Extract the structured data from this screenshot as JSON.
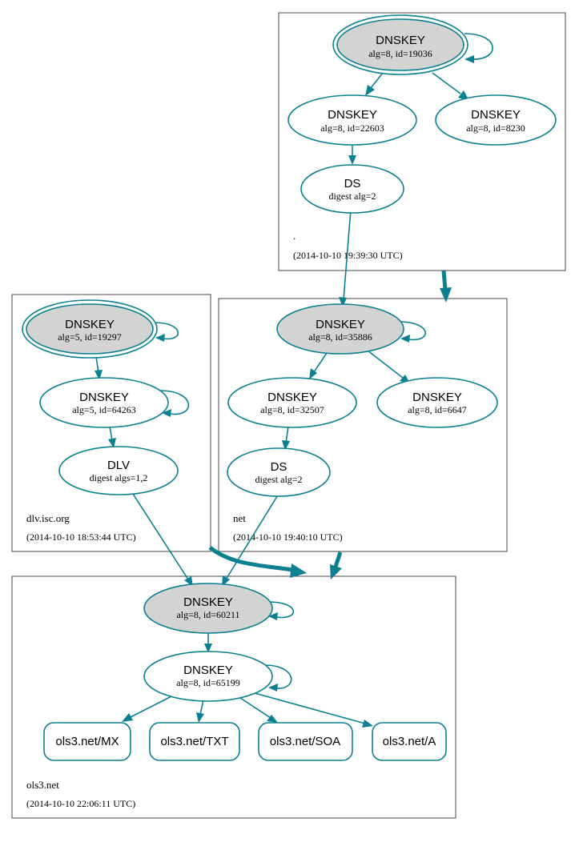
{
  "zones": {
    "root": {
      "name": ".",
      "timestamp": "(2014-10-10 19:39:30 UTC)"
    },
    "net": {
      "name": "net",
      "timestamp": "(2014-10-10 19:40:10 UTC)"
    },
    "dlv": {
      "name": "dlv.isc.org",
      "timestamp": "(2014-10-10 18:53:44 UTC)"
    },
    "ols3": {
      "name": "ols3.net",
      "timestamp": "(2014-10-10 22:06:11 UTC)"
    }
  },
  "nodes": {
    "root_ksk": {
      "title": "DNSKEY",
      "detail": "alg=8, id=19036"
    },
    "root_zsk1": {
      "title": "DNSKEY",
      "detail": "alg=8, id=22603"
    },
    "root_zsk2": {
      "title": "DNSKEY",
      "detail": "alg=8, id=8230"
    },
    "root_ds": {
      "title": "DS",
      "detail": "digest alg=2"
    },
    "net_ksk": {
      "title": "DNSKEY",
      "detail": "alg=8, id=35886"
    },
    "net_zsk1": {
      "title": "DNSKEY",
      "detail": "alg=8, id=32507"
    },
    "net_zsk2": {
      "title": "DNSKEY",
      "detail": "alg=8, id=6647"
    },
    "net_ds": {
      "title": "DS",
      "detail": "digest alg=2"
    },
    "dlv_ksk": {
      "title": "DNSKEY",
      "detail": "alg=5, id=19297"
    },
    "dlv_zsk": {
      "title": "DNSKEY",
      "detail": "alg=5, id=64263"
    },
    "dlv_dlv": {
      "title": "DLV",
      "detail": "digest algs=1,2"
    },
    "ols3_ksk": {
      "title": "DNSKEY",
      "detail": "alg=8, id=60211"
    },
    "ols3_zsk": {
      "title": "DNSKEY",
      "detail": "alg=8, id=65199"
    }
  },
  "records": {
    "mx": "ols3.net/MX",
    "txt": "ols3.net/TXT",
    "soa": "ols3.net/SOA",
    "a": "ols3.net/A"
  },
  "colors": {
    "edge": "#0a8090",
    "secure_entry_point_fill": "#d3d3d3",
    "cluster_border": "#444444"
  }
}
